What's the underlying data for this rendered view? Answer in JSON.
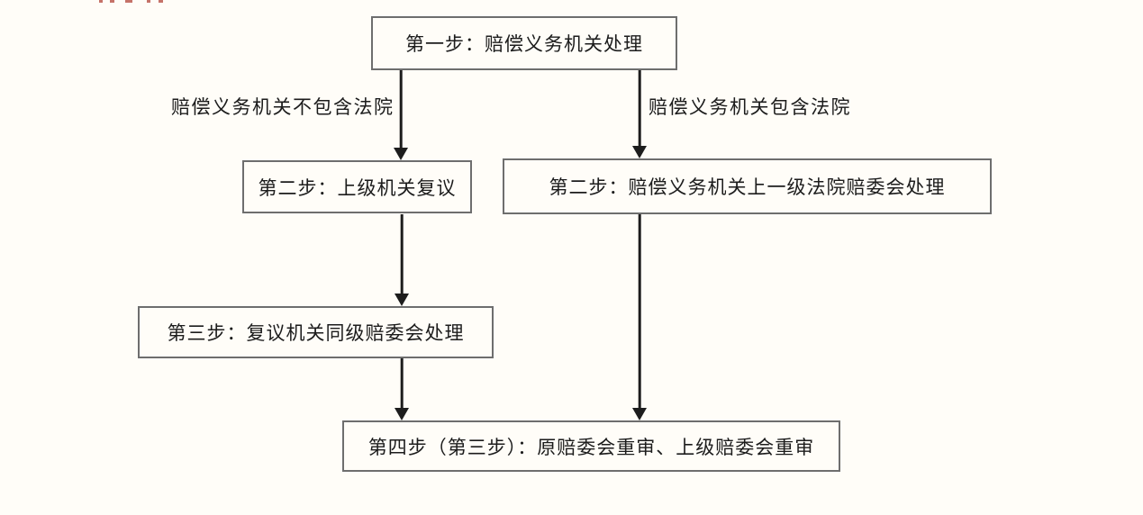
{
  "page": {
    "background": "#fffdf8"
  },
  "flowchart": {
    "nodes": [
      {
        "id": "step1",
        "label": "第一步：赔偿义务机关处理"
      },
      {
        "id": "step2-left",
        "label": "第二步：上级机关复议"
      },
      {
        "id": "step2-right",
        "label": "第二步：赔偿义务机关上一级法院赔委会处理"
      },
      {
        "id": "step3-left",
        "label": "第三步：复议机关同级赔委会处理"
      },
      {
        "id": "step4",
        "label": "第四步（第三步）：原赔委会重审、上级赔委会重审"
      }
    ],
    "branch_labels": [
      {
        "id": "left-condition",
        "label": "赔偿义务机关不包含法院"
      },
      {
        "id": "right-condition",
        "label": "赔偿义务机关包含法院"
      }
    ],
    "edges": [
      {
        "from": "step1",
        "to": "step2-left"
      },
      {
        "from": "step1",
        "to": "step2-right"
      },
      {
        "from": "step2-left",
        "to": "step3-left"
      },
      {
        "from": "step3-left",
        "to": "step4"
      },
      {
        "from": "step2-right",
        "to": "step4"
      }
    ],
    "colors": {
      "box_border": "#6e6e6e",
      "text": "#1c1c1c",
      "arrow": "#1d1d1d",
      "artifact_red": "#b2443a",
      "background": "#fffdf8"
    }
  }
}
